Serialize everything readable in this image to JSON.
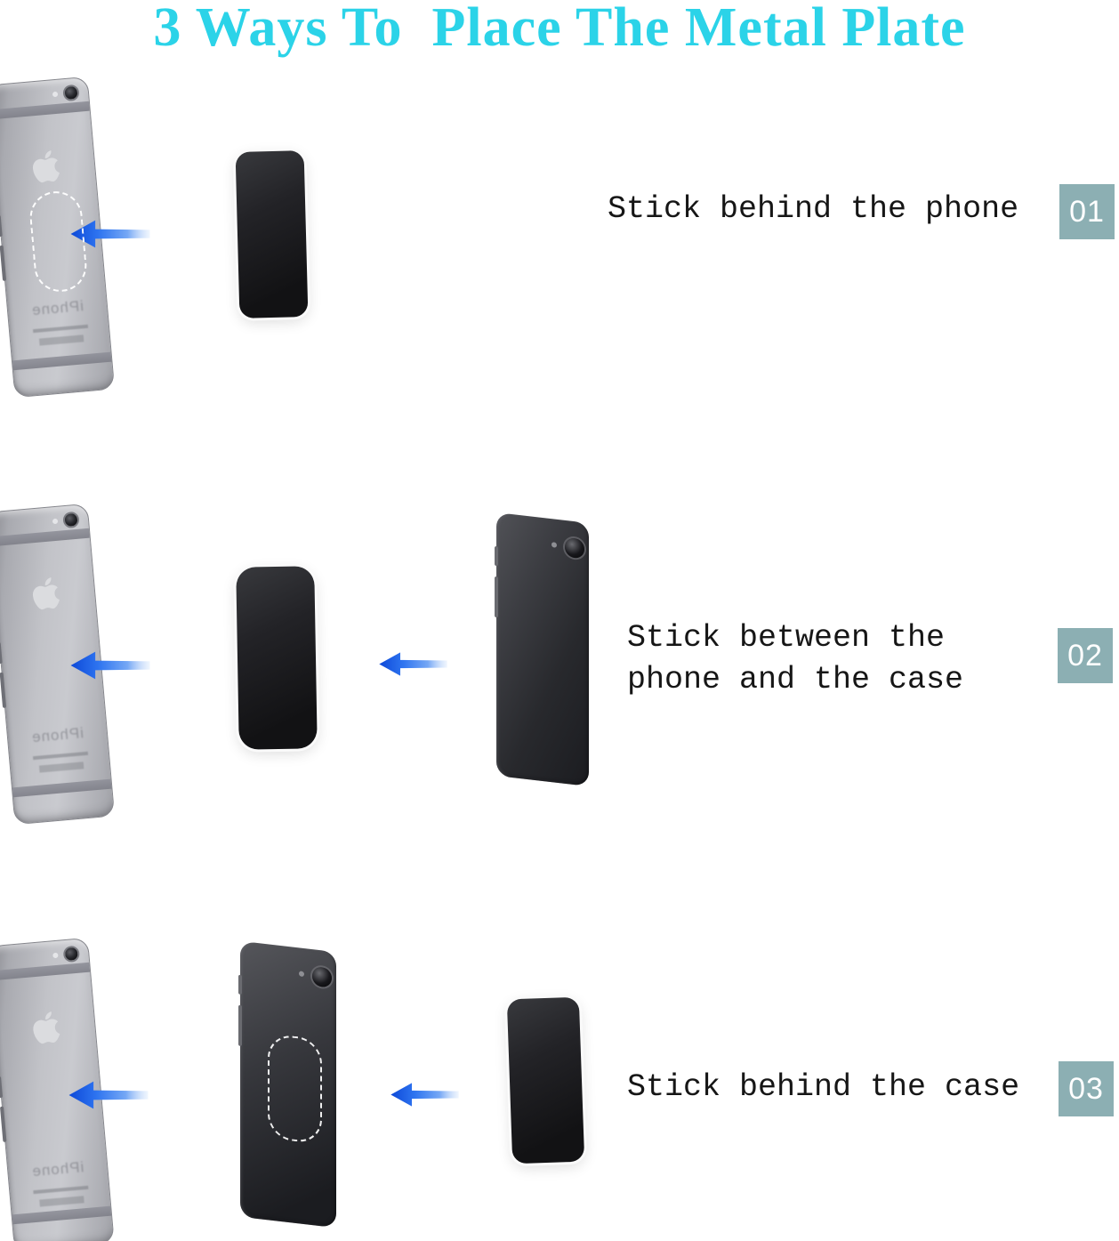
{
  "title": "3 Ways To  Place The Metal Plate",
  "steps": [
    {
      "number": "01",
      "lines": [
        "Stick behind the phone"
      ]
    },
    {
      "number": "02",
      "lines": [
        "Stick between the",
        "phone and the case"
      ]
    },
    {
      "number": "03",
      "lines": [
        "Stick behind the case"
      ]
    }
  ],
  "phone_branding": "iPhone",
  "colors": {
    "background": "#ffffff",
    "title_cyan": "#2bd3e8",
    "badge_teal": "#8cafb3",
    "badge_text": "#ffffff",
    "step_text": "#161616",
    "arrow_blue": "#2e74f0",
    "plate_black": "#1a1a1d",
    "phone_silver": "#b9bac0"
  }
}
